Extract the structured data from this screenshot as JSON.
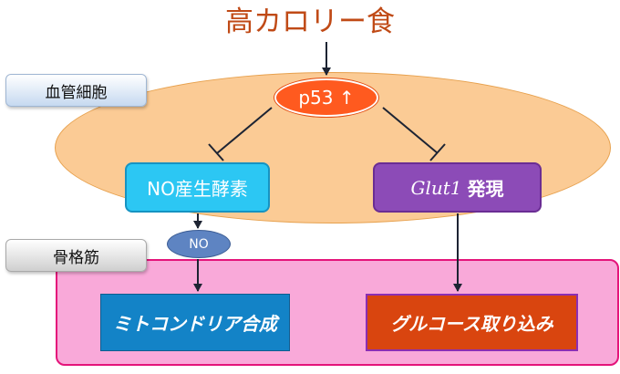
{
  "title": "高カロリー食",
  "regions": {
    "vascular_label": "血管細胞",
    "muscle_label": "骨格筋"
  },
  "nodes": {
    "p53": "p53 ↑",
    "no_enzyme": "NO産生酵素",
    "glut_name": "Glut1",
    "glut_suffix": "発現",
    "no": "NO",
    "mito": "ミトコンドリア合成",
    "glucose": "グルコース取り込み"
  },
  "colors": {
    "title": "#c04a16",
    "cell": "#fbcb95",
    "muscle": "#f9a9d9",
    "p53": "#ff5a1f",
    "no_enzyme": "#2cc7f3",
    "glut": "#8c4bb7",
    "no": "#5e84c2",
    "mito": "#1383c7",
    "glucose": "#d9450f"
  },
  "edges": [
    {
      "from": "title",
      "to": "p53",
      "type": "activation"
    },
    {
      "from": "p53",
      "to": "no_enzyme",
      "type": "inhibition"
    },
    {
      "from": "p53",
      "to": "glut",
      "type": "inhibition"
    },
    {
      "from": "no_enzyme",
      "to": "no",
      "type": "activation"
    },
    {
      "from": "no",
      "to": "mito",
      "type": "activation"
    },
    {
      "from": "glut",
      "to": "glucose",
      "type": "activation"
    }
  ]
}
